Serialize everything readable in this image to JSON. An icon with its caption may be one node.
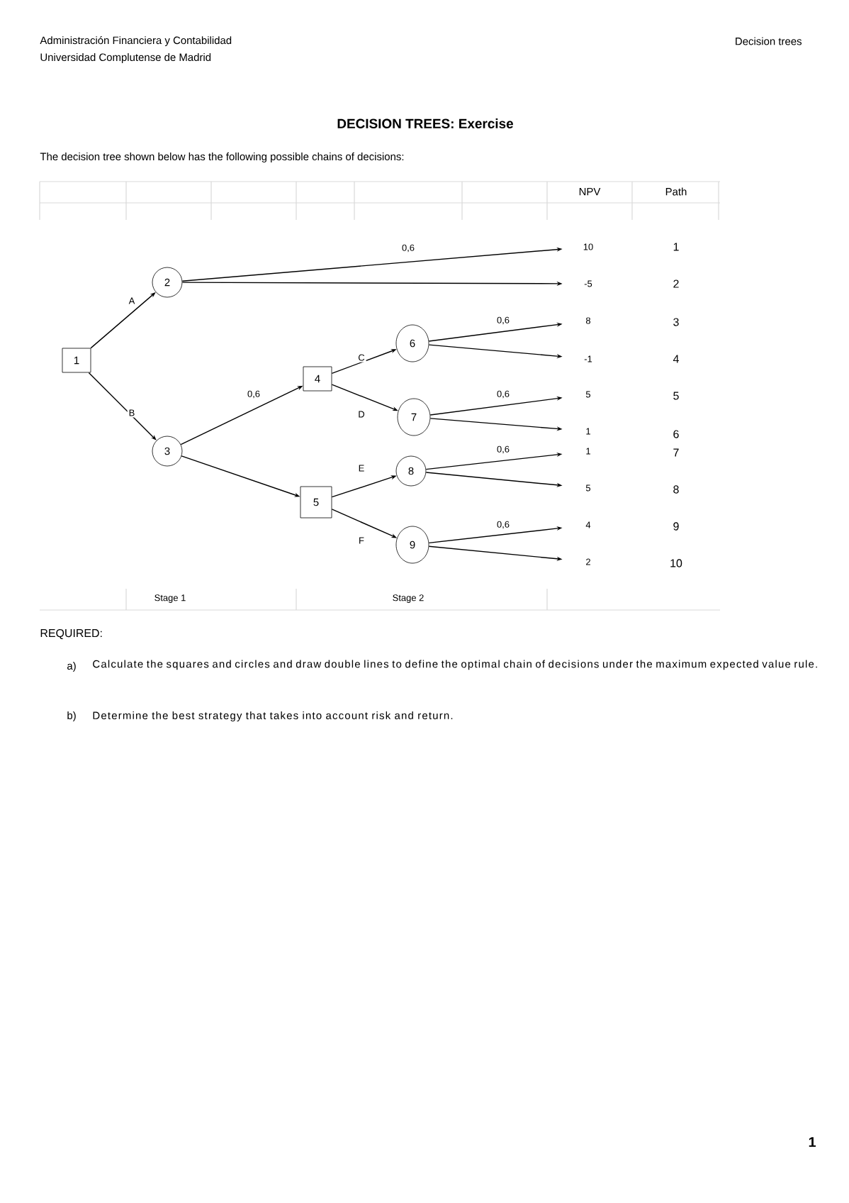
{
  "diagram": {
    "title": "DECISION TREES: Exercise",
    "nodes": [
      {
        "text": [
          "1"
        ]
      },
      {
        "text": [
          "2"
        ]
      },
      {
        "text": [
          "3"
        ]
      },
      {
        "text": [
          "4"
        ]
      },
      {
        "text": [
          "5"
        ]
      },
      {
        "text": [
          "6"
        ]
      },
      {
        "text": [
          "7"
        ]
      },
      {
        "text": [
          "8"
        ]
      },
      {
        "text": [
          "9"
        ]
      },
      {
        "text": [
          "10"
        ]
      },
      {
        "text": [
          "-5"
        ]
      },
      {
        "text": [
          "8"
        ]
      },
      {
        "text": [
          "-1"
        ]
      },
      {
        "text": [
          "5"
        ]
      },
      {
        "text": [
          "1"
        ]
      },
      {
        "text": [
          "1"
        ]
      },
      {
        "text": [
          "5"
        ]
      },
      {
        "text": [
          "4"
        ]
      },
      {
        "text": [
          "2"
        ]
      }
    ],
    "edges": [
      {
        "from": 0,
        "to": 1,
        "arrow": "to",
        "label": "A"
      },
      {
        "from": 0,
        "to": 2,
        "arrow": "to",
        "label": "B"
      },
      {
        "from": 1,
        "to": 9,
        "arrow": "to",
        "label": "0,6"
      },
      {
        "from": 1,
        "to": 10,
        "arrow": "to"
      },
      {
        "from": 2,
        "to": 3,
        "arrow": "to",
        "label": "0,6"
      },
      {
        "from": 2,
        "to": 4,
        "arrow": "to"
      },
      {
        "from": 3,
        "to": 5,
        "arrow": "to",
        "label": "C"
      },
      {
        "from": 3,
        "to": 6,
        "arrow": "to",
        "label": "D"
      },
      {
        "from": 4,
        "to": 7,
        "arrow": "to",
        "label": "E"
      },
      {
        "from": 4,
        "to": 8,
        "arrow": "to",
        "label": "F"
      },
      {
        "from": 5,
        "to": 11,
        "arrow": "to",
        "label": "0,6"
      },
      {
        "from": 5,
        "to": 12,
        "arrow": "to"
      },
      {
        "from": 6,
        "to": 13,
        "arrow": "to",
        "label": "0,6"
      },
      {
        "from": 6,
        "to": 14,
        "arrow": "to"
      },
      {
        "from": 7,
        "to": 15,
        "arrow": "to",
        "label": "0,6"
      },
      {
        "from": 7,
        "to": 16,
        "arrow": "to"
      },
      {
        "from": 8,
        "to": 17,
        "arrow": "to",
        "label": "0,6"
      },
      {
        "from": 8,
        "to": 18,
        "arrow": "to"
      }
    ],
    "labels": [
      "Administración Financiera y Contabilidad",
      "Decision trees",
      "Universidad Complutense de Madrid",
      "The decision tree shown below has the following possible chains of decisions:",
      "NPV",
      "Path",
      "1",
      "2",
      "3",
      "4",
      "5",
      "6",
      "7",
      "8",
      "9",
      "10",
      "Stage 1",
      "Stage 2",
      "REQUIRED:",
      "a)",
      "Calculate the squares and circles and draw double lines to define the optimal chain of decisions under the maximum expected value rule.",
      "b)",
      "Determine the best strategy that takes into account risk and return.",
      "1"
    ]
  }
}
